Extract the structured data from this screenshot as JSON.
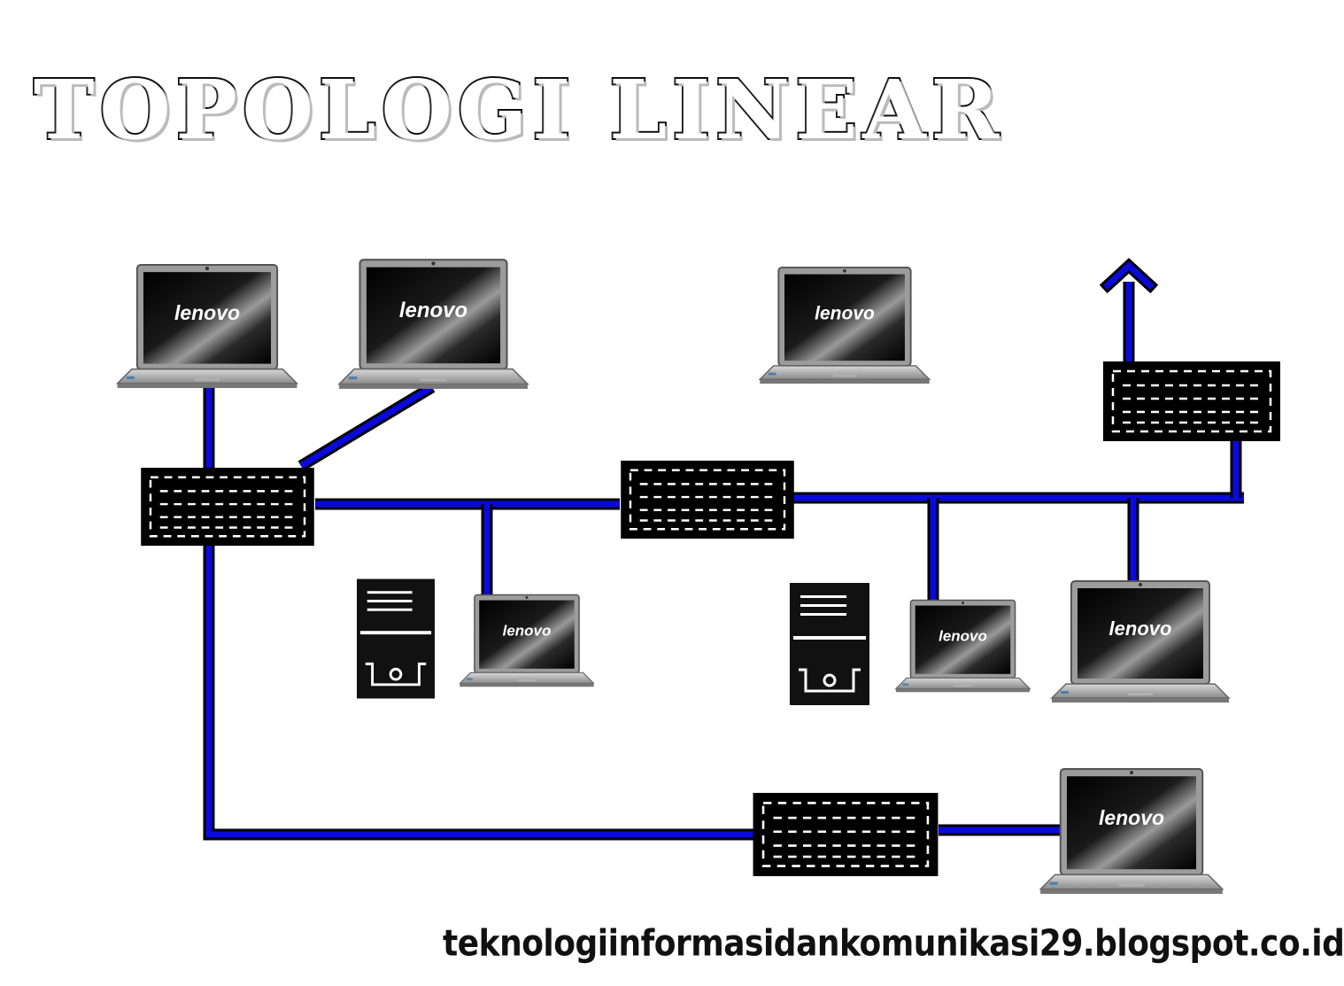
{
  "title": "TOPOLOGI LINEAR",
  "footer": "teknologiinformasidankomunikasi29.blogspot.co.id",
  "laptop_brand": "lenovo",
  "colors": {
    "cable": "#0a0adc",
    "cable_outline": "#000000",
    "hub": "#000000",
    "hub_dash": "#ffffff",
    "background": "#ffffff"
  },
  "icons": {
    "laptop": "laptop-icon",
    "hub": "hub-icon",
    "server": "server-icon",
    "arrow": "arrow-up-icon"
  }
}
